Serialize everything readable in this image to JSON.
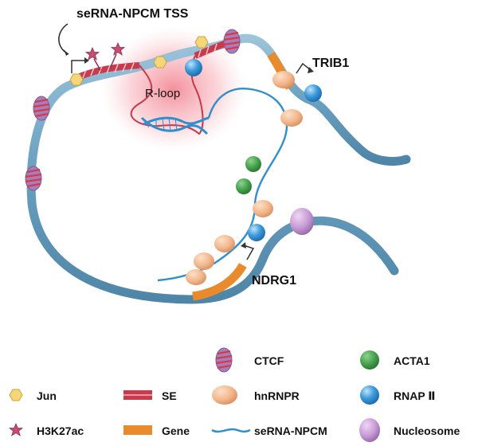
{
  "diagram": {
    "tss_label": "seRNA-NPCM TSS",
    "rloop_label": "R-loop",
    "gene_labels": {
      "top": "TRIB1",
      "bottom": "NDRG1"
    }
  },
  "legend": {
    "items": [
      {
        "key": "ctcf",
        "label": "CTCF"
      },
      {
        "key": "acta1",
        "label": "ACTA1"
      },
      {
        "key": "jun",
        "label": "Jun"
      },
      {
        "key": "se",
        "label": "SE"
      },
      {
        "key": "hnrnpr",
        "label": "hnRNPR"
      },
      {
        "key": "rnap2",
        "label": "RNAP Ⅱ"
      },
      {
        "key": "h3k27ac",
        "label": "H3K27ac"
      },
      {
        "key": "gene",
        "label": "Gene"
      },
      {
        "key": "serna",
        "label": "seRNA-NPCM"
      },
      {
        "key": "nucleosome",
        "label": "Nucleosome"
      }
    ]
  },
  "colors": {
    "dna": "#6aa0c0",
    "se": "#c83a4c",
    "gene": "#e98a2c",
    "jun": "#f5d77a",
    "h3k27ac": "#c74e72",
    "hnrnpr": "#f2b78c",
    "acta1": "#45a24e",
    "rnap2": "#3d9ad9",
    "nucleosome": "#c69ad3",
    "ctcf": "#b996c8",
    "rna": "#2f8fcc",
    "rloop_glow": "#f2a4ad"
  }
}
